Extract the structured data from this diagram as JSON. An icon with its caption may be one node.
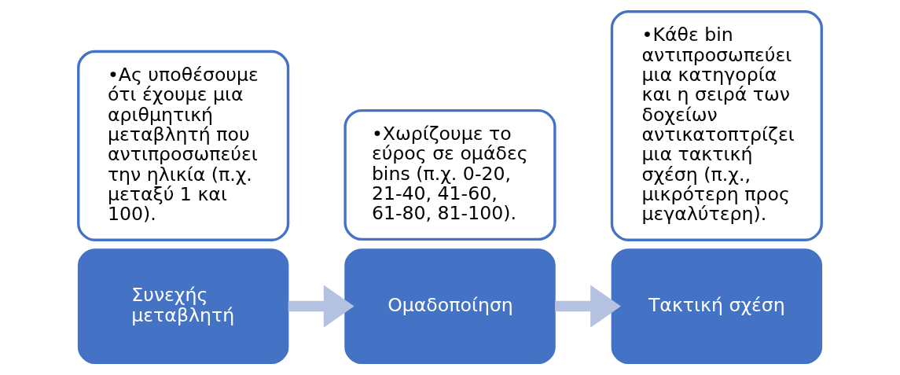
{
  "diagram": {
    "nodes": [
      {
        "text": [
          "Συνεχής μεταβλητή"
        ]
      },
      {
        "text": [
          "•Ας υποθέσουμε ότι έχουμε μια αριθμητική μεταβλητή που αντιπροσωπεύει την ηλικία (π.χ. μεταξύ 1 και 100)."
        ]
      },
      {
        "text": [
          "Ομαδοποίηση"
        ]
      },
      {
        "text": [
          "•Χωρίζουμε το εύρος σε ομάδες bins (π.χ. 0-20, 21-40, 41-60, 61-80, 81-100)."
        ]
      },
      {
        "text": [
          "Τακτική σχέση"
        ]
      },
      {
        "text": [
          "•Κάθε bin αντιπροσωπεύει μια κατηγορία και η σειρά των δοχείων αντικατοπτρίζει μια τακτική σχέση (π.χ., μικρότερη προς μεγαλύτερη)."
        ]
      }
    ],
    "edges": [
      {
        "from": 0,
        "to": 2,
        "arrow": "to"
      },
      {
        "from": 2,
        "to": 4,
        "arrow": "to"
      }
    ]
  }
}
